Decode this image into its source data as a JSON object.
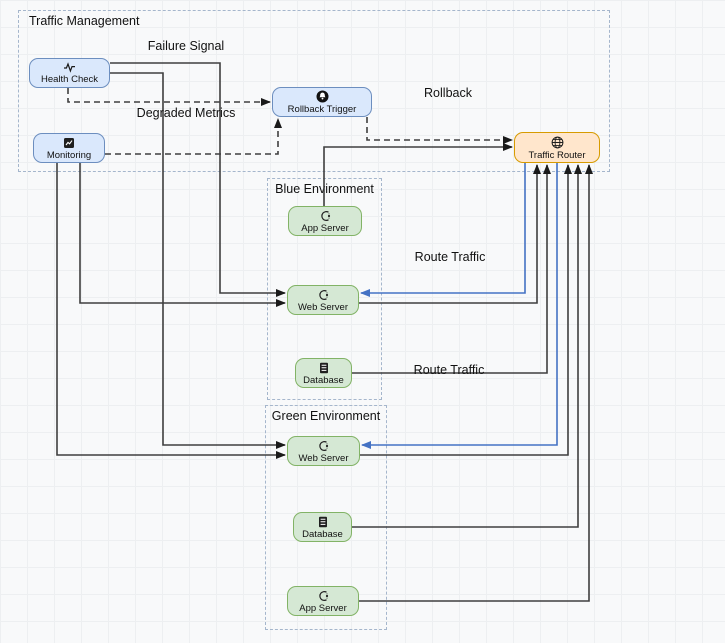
{
  "app": {
    "type": "deployment-flow-diagram",
    "subject": "Blue-Green deployment traffic management"
  },
  "colors": {
    "blue_node_fill": "#dae8fc",
    "blue_node_border": "#6c8ebf",
    "green_node_fill": "#d5e8d4",
    "green_node_border": "#82b366",
    "orange_node_fill": "#ffe6cc",
    "orange_node_border": "#d79b00",
    "container_border": "#a5b6cc",
    "edge_dark": "#3f3f3f",
    "edge_blue": "#4472c4",
    "canvas_grid": "#edeff1"
  },
  "groups": {
    "traffic_management": {
      "label": "Traffic Management"
    },
    "blue_environment": {
      "label": "Blue Environment"
    },
    "green_environment": {
      "label": "Green Environment"
    }
  },
  "nodes": {
    "health_check": {
      "label": "Health Check",
      "icon": "health-check-icon",
      "color": "blue"
    },
    "monitoring": {
      "label": "Monitoring",
      "icon": "monitoring-icon",
      "color": "blue"
    },
    "rollback_trigger": {
      "label": "Rollback Trigger",
      "icon": "bell-icon",
      "color": "blue"
    },
    "traffic_router": {
      "label": "Traffic Router",
      "icon": "globe-icon",
      "color": "orange"
    },
    "blue_app_server": {
      "label": "App Server",
      "icon": "process-icon",
      "color": "green"
    },
    "blue_web_server": {
      "label": "Web Server",
      "icon": "process-icon",
      "color": "green"
    },
    "blue_database": {
      "label": "Database",
      "icon": "database-icon",
      "color": "green"
    },
    "green_web_server": {
      "label": "Web Server",
      "icon": "process-icon",
      "color": "green"
    },
    "green_database": {
      "label": "Database",
      "icon": "database-icon",
      "color": "green"
    },
    "green_app_server": {
      "label": "App Server",
      "icon": "process-icon",
      "color": "green"
    }
  },
  "edge_labels": {
    "failure_signal": "Failure Signal",
    "degraded_metrics": "Degraded Metrics",
    "rollback": "Rollback",
    "route_traffic_blue": "Route Traffic",
    "route_traffic_green": "Route Traffic"
  },
  "edges": [
    {
      "from": "Health Check",
      "to": "Rollback Trigger",
      "style": "dashed",
      "label": "Failure Signal"
    },
    {
      "from": "Monitoring",
      "to": "Rollback Trigger",
      "style": "dashed",
      "label": "Degraded Metrics"
    },
    {
      "from": "Rollback Trigger",
      "to": "Traffic Router",
      "style": "dashed",
      "label": "Rollback"
    },
    {
      "from": "Health Check",
      "to": "Blue Web Server",
      "style": "solid"
    },
    {
      "from": "Health Check",
      "to": "Green Web Server",
      "style": "solid"
    },
    {
      "from": "Monitoring",
      "to": "Blue Web Server",
      "style": "solid"
    },
    {
      "from": "Monitoring",
      "to": "Green Web Server",
      "style": "solid"
    },
    {
      "from": "Traffic Router",
      "to": "Blue Web Server",
      "style": "solid-blue",
      "label": "Route Traffic"
    },
    {
      "from": "Traffic Router",
      "to": "Green Web Server",
      "style": "solid-blue",
      "label": "Route Traffic"
    },
    {
      "from": "Blue App Server",
      "to": "Traffic Router",
      "style": "solid"
    },
    {
      "from": "Blue Web Server",
      "to": "Traffic Router",
      "style": "solid"
    },
    {
      "from": "Blue Database",
      "to": "Traffic Router",
      "style": "solid"
    },
    {
      "from": "Green Web Server",
      "to": "Traffic Router",
      "style": "solid"
    },
    {
      "from": "Green Database",
      "to": "Traffic Router",
      "style": "solid"
    },
    {
      "from": "Green App Server",
      "to": "Traffic Router",
      "style": "solid"
    }
  ]
}
